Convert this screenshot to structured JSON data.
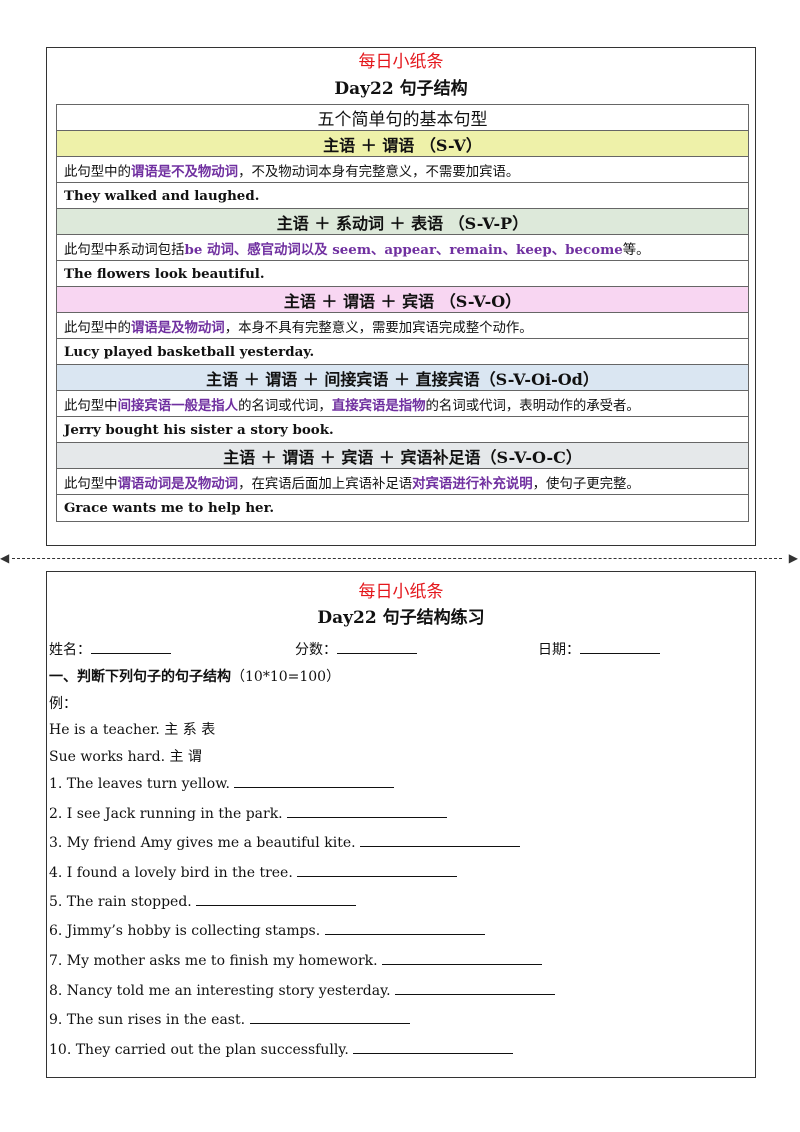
{
  "top": {
    "brand": "每日小纸条",
    "title": "Day22  句子结构",
    "table_header": "五个简单句的基本句型",
    "sections": [
      {
        "category": "主语 ＋ 谓语 （S-V）",
        "desc": [
          "此句型中的",
          "谓语是不及物动词",
          "，不及物动词本身有完整意义，不需要加宾语。"
        ],
        "example": "They walked and laughed."
      },
      {
        "category": "主语 ＋ 系动词 ＋ 表语 （S-V-P）",
        "desc": [
          "此句型中系动词包括 ",
          "be 动词、感官动词以及 seem、appear、remain、keep、become",
          " 等。"
        ],
        "example": "The flowers look beautiful."
      },
      {
        "category": "主语 ＋ 谓语 ＋ 宾语 （S-V-O）",
        "desc": [
          "此句型中的",
          "谓语是及物动词",
          "，本身不具有完整意义，需要加宾语完成整个动作。"
        ],
        "example": "Lucy played basketball yesterday."
      },
      {
        "category": "主语 ＋ 谓语 ＋ 间接宾语 ＋ 直接宾语（S-V-Oi-Od）",
        "desc": [
          "此句型中",
          "间接宾语一般是指人",
          "的名词或代词，",
          "直接宾语是指物",
          "的名词或代词，表明动作的承受者。"
        ],
        "example": "Jerry bought his sister a story book."
      },
      {
        "category": "主语 ＋ 谓语 ＋ 宾语 ＋ 宾语补足语（S-V-O-C）",
        "desc": [
          "此句型中",
          "谓语动词是及物动词",
          "，在宾语后面加上宾语补足语",
          "对宾语进行补充说明",
          "，使句子更完整。"
        ],
        "example": "Grace wants me to help her."
      }
    ]
  },
  "bottom": {
    "brand": "每日小纸条",
    "title": "Day22  句子结构练习",
    "name_label": "姓名：",
    "score_label": "分数：",
    "date_label": "日期：",
    "section_title": "一、判断下列句子的句子结构",
    "section_points": "（10*10=100）",
    "example_label": "例：",
    "examples": [
      "He is a teacher.  主  系  表",
      "Sue works hard.  主  谓"
    ],
    "questions": [
      "1. The leaves turn yellow.",
      "2. I see Jack running in the park.",
      "3. My friend Amy gives me a beautiful kite.",
      "4. I found a lovely bird in the tree.",
      "5. The rain stopped.",
      "6. Jimmy’s hobby is collecting stamps.",
      "7. My mother asks me to finish my homework.",
      "8. Nancy told me an interesting story yesterday.",
      "9. The sun rises in the east.",
      "10. They carried out the plan successfully."
    ]
  },
  "colors": {
    "brand_red": "#e4161b",
    "highlight_purple": "#7030a0",
    "sv_bg": "#eef1a9",
    "svp_bg": "#dde9da",
    "svo_bg": "#f8d6f2",
    "svoo_bg": "#dae6f2",
    "svoc_bg": "#e5e8ea"
  }
}
